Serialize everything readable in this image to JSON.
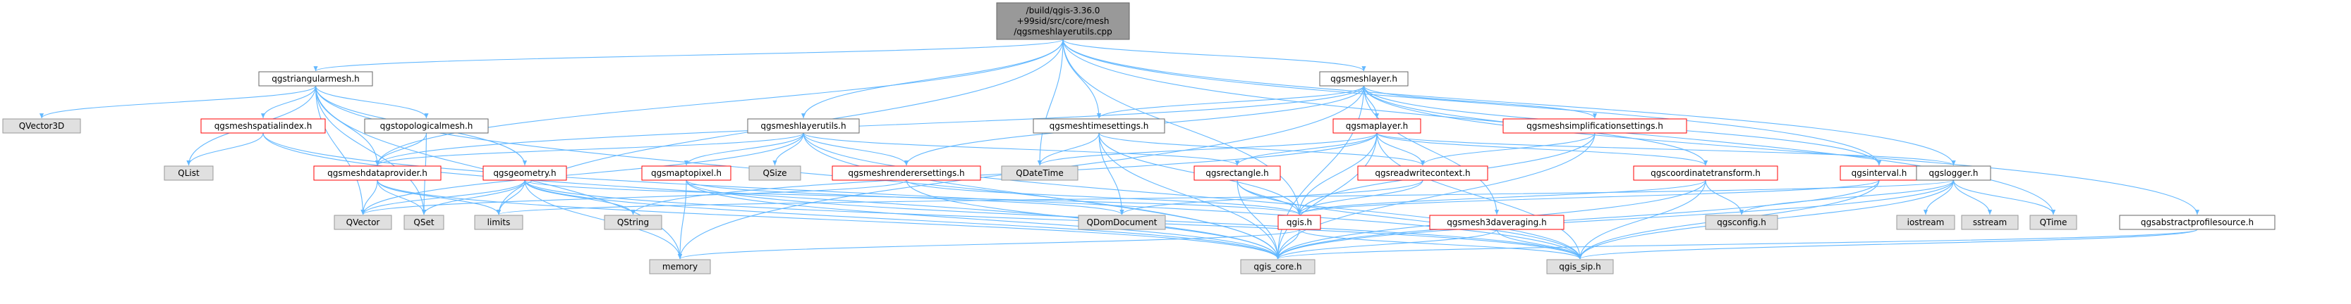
{
  "diagram": {
    "colors": {
      "edge": "#63b8ff",
      "normal_fill": "#ffffff",
      "normal_stroke": "#666666",
      "red_stroke": "#ff0000",
      "external_fill": "#e0e0e0",
      "external_stroke": "#999999",
      "root_fill": "#999999",
      "root_stroke": "#666666",
      "text": "#000000"
    },
    "nodes": [
      {
        "id": "root",
        "label": "/build/qgis-3.36.0\n+99sid/src/core/mesh\n/qgsmeshlayerutils.cpp",
        "style": "root"
      },
      {
        "id": "qgstriangularmesh",
        "label": "qgstriangularmesh.h",
        "style": "normal"
      },
      {
        "id": "qgsmeshlayer",
        "label": "qgsmeshlayer.h",
        "style": "normal"
      },
      {
        "id": "qgsmeshlayerutils",
        "label": "qgsmeshlayerutils.h",
        "style": "normal"
      },
      {
        "id": "qgsmeshtimesettings",
        "label": "qgsmeshtimesettings.h",
        "style": "normal"
      },
      {
        "id": "QVector3D",
        "label": "QVector3D",
        "style": "external"
      },
      {
        "id": "qgsmeshspatialindex",
        "label": "qgsmeshspatialindex.h",
        "style": "red"
      },
      {
        "id": "qgstopologicalmesh",
        "label": "qgstopologicalmesh.h",
        "style": "normal"
      },
      {
        "id": "qgsmaplayer",
        "label": "qgsmaplayer.h",
        "style": "red"
      },
      {
        "id": "qgsmeshsimplificationsettings",
        "label": "qgsmeshsimplificationsettings.h",
        "style": "red"
      },
      {
        "id": "QList",
        "label": "QList",
        "style": "external"
      },
      {
        "id": "qgsmeshdataprovider",
        "label": "qgsmeshdataprovider.h",
        "style": "red"
      },
      {
        "id": "qgsgeometry",
        "label": "qgsgeometry.h",
        "style": "red"
      },
      {
        "id": "qgsmaptopixel",
        "label": "qgsmaptopixel.h",
        "style": "red"
      },
      {
        "id": "QSize",
        "label": "QSize",
        "style": "external"
      },
      {
        "id": "qgsmeshrenderersettings",
        "label": "qgsmeshrenderersettings.h",
        "style": "red"
      },
      {
        "id": "QDateTime",
        "label": "QDateTime",
        "style": "external"
      },
      {
        "id": "qgsrectangle",
        "label": "qgsrectangle.h",
        "style": "red"
      },
      {
        "id": "qgsreadwritecontext",
        "label": "qgsreadwritecontext.h",
        "style": "red"
      },
      {
        "id": "qgscoordinatetransform",
        "label": "qgscoordinatetransform.h",
        "style": "red"
      },
      {
        "id": "qgsinterval",
        "label": "qgsinterval.h",
        "style": "red"
      },
      {
        "id": "qgslogger",
        "label": "qgslogger.h",
        "style": "normal"
      },
      {
        "id": "QVector",
        "label": "QVector",
        "style": "external"
      },
      {
        "id": "QSet",
        "label": "QSet",
        "style": "external"
      },
      {
        "id": "limits",
        "label": "limits",
        "style": "external"
      },
      {
        "id": "QString",
        "label": "QString",
        "style": "external"
      },
      {
        "id": "QDomDocument",
        "label": "QDomDocument",
        "style": "external"
      },
      {
        "id": "qgis",
        "label": "qgis.h",
        "style": "red"
      },
      {
        "id": "qgsmesh3daveraging",
        "label": "qgsmesh3daveraging.h",
        "style": "red"
      },
      {
        "id": "qgsconfig",
        "label": "qgsconfig.h",
        "style": "external"
      },
      {
        "id": "iostream",
        "label": "iostream",
        "style": "external"
      },
      {
        "id": "sstream",
        "label": "sstream",
        "style": "external"
      },
      {
        "id": "QTime",
        "label": "QTime",
        "style": "external"
      },
      {
        "id": "qgsabstractprofilesource",
        "label": "qgsabstractprofilesource.h",
        "style": "normal"
      },
      {
        "id": "memory",
        "label": "memory",
        "style": "external"
      },
      {
        "id": "qgis_core",
        "label": "qgis_core.h",
        "style": "external"
      },
      {
        "id": "qgis_sip",
        "label": "qgis_sip.h",
        "style": "external"
      }
    ],
    "edges": [
      [
        "root",
        "qgstriangularmesh"
      ],
      [
        "root",
        "qgsmeshlayer"
      ],
      [
        "root",
        "qgsmeshlayerutils"
      ],
      [
        "root",
        "qgsmeshtimesettings"
      ],
      [
        "root",
        "QDateTime"
      ],
      [
        "root",
        "qgsmeshdataprovider"
      ],
      [
        "root",
        "qgsinterval"
      ],
      [
        "root",
        "qgslogger"
      ],
      [
        "root",
        "limits"
      ],
      [
        "root",
        "QTime"
      ],
      [
        "root",
        "qgis"
      ],
      [
        "qgstriangularmesh",
        "QVector3D"
      ],
      [
        "qgstriangularmesh",
        "qgsmeshspatialindex"
      ],
      [
        "qgstriangularmesh",
        "qgstopologicalmesh"
      ],
      [
        "qgstriangularmesh",
        "QList"
      ],
      [
        "qgstriangularmesh",
        "qgsmeshdataprovider"
      ],
      [
        "qgstriangularmesh",
        "qgsgeometry"
      ],
      [
        "qgstriangularmesh",
        "QVector"
      ],
      [
        "qgstriangularmesh",
        "QSet"
      ],
      [
        "qgstriangularmesh",
        "qgis_core"
      ],
      [
        "qgstriangularmesh",
        "memory"
      ],
      [
        "qgsmeshspatialindex",
        "QList"
      ],
      [
        "qgsmeshspatialindex",
        "qgis_core"
      ],
      [
        "qgsmeshspatialindex",
        "qgis_sip"
      ],
      [
        "qgstopologicalmesh",
        "qgsmeshdataprovider"
      ],
      [
        "qgstopologicalmesh",
        "QSet"
      ],
      [
        "qgsmeshlayer",
        "qgsmaplayer"
      ],
      [
        "qgsmeshlayer",
        "qgsmeshsimplificationsettings"
      ],
      [
        "qgsmeshlayer",
        "qgsmeshtimesettings"
      ],
      [
        "qgsmeshlayer",
        "qgsmeshrenderersettings"
      ],
      [
        "qgsmeshlayer",
        "qgsmeshdataprovider"
      ],
      [
        "qgsmeshlayer",
        "qgscoordinatetransform"
      ],
      [
        "qgsmeshlayer",
        "qgsinterval"
      ],
      [
        "qgsmeshlayer",
        "qgsabstractprofilesource"
      ],
      [
        "qgsmeshlayer",
        "qgis_core"
      ],
      [
        "qgsmeshlayer",
        "memory"
      ],
      [
        "qgsmeshlayer",
        "qgsmesh3daveraging"
      ],
      [
        "qgsmeshlayerutils",
        "qgsmeshdataprovider"
      ],
      [
        "qgsmeshlayerutils",
        "qgsmaptopixel"
      ],
      [
        "qgsmeshlayerutils",
        "QSize"
      ],
      [
        "qgsmeshlayerutils",
        "qgsmeshrenderersettings"
      ],
      [
        "qgsmeshlayerutils",
        "qgsrectangle"
      ],
      [
        "qgsmeshlayerutils",
        "QVector"
      ],
      [
        "qgsmeshlayerutils",
        "qgis_core"
      ],
      [
        "qgsmeshlayerutils",
        "qgis_sip"
      ],
      [
        "qgsmeshtimesettings",
        "QDateTime"
      ],
      [
        "qgsmeshtimesettings",
        "qgsreadwritecontext"
      ],
      [
        "qgsmeshtimesettings",
        "QDomDocument"
      ],
      [
        "qgsmeshtimesettings",
        "qgis_core"
      ],
      [
        "qgsmeshtimesettings",
        "qgis"
      ],
      [
        "qgsmaplayer",
        "QDateTime"
      ],
      [
        "qgsmaplayer",
        "qgsrectangle"
      ],
      [
        "qgsmaplayer",
        "qgsreadwritecontext"
      ],
      [
        "qgsmaplayer",
        "qgscoordinatetransform"
      ],
      [
        "qgsmaplayer",
        "qgslogger"
      ],
      [
        "qgsmaplayer",
        "qgis"
      ],
      [
        "qgsmaplayer",
        "qgis_core"
      ],
      [
        "qgsmaplayer",
        "qgis_sip"
      ],
      [
        "qgsmaplayer",
        "QString"
      ],
      [
        "qgsmeshsimplificationsettings",
        "qgsreadwritecontext"
      ],
      [
        "qgsmeshsimplificationsettings",
        "qgis_core"
      ],
      [
        "qgsmeshsimplificationsettings",
        "qgis"
      ],
      [
        "qgsmeshdataprovider",
        "QVector"
      ],
      [
        "qgsmeshdataprovider",
        "qgis_core"
      ],
      [
        "qgsmeshdataprovider",
        "limits"
      ],
      [
        "qgsmeshdataprovider",
        "QSet"
      ],
      [
        "qgsgeometry",
        "QSet"
      ],
      [
        "qgsgeometry",
        "QVector"
      ],
      [
        "qgsgeometry",
        "limits"
      ],
      [
        "qgsgeometry",
        "QString"
      ],
      [
        "qgsgeometry",
        "qgis_core"
      ],
      [
        "qgsgeometry",
        "qgis_sip"
      ],
      [
        "qgsgeometry",
        "memory"
      ],
      [
        "qgsgeometry",
        "qgis"
      ],
      [
        "qgsmaptopixel",
        "qgis_core"
      ],
      [
        "qgsmaptopixel",
        "qgis_sip"
      ],
      [
        "qgsmaptopixel",
        "memory"
      ],
      [
        "qgsmaptopixel",
        "QDomDocument"
      ],
      [
        "qgsmeshrenderersettings",
        "qgis"
      ],
      [
        "qgsmeshrenderersettings",
        "qgis_core"
      ],
      [
        "qgsmeshrenderersettings",
        "QVector"
      ],
      [
        "qgsrectangle",
        "qgis"
      ],
      [
        "qgsrectangle",
        "qgis_core"
      ],
      [
        "qgsrectangle",
        "qgis_sip"
      ],
      [
        "qgsreadwritecontext",
        "qgis"
      ],
      [
        "qgsreadwritecontext",
        "QDomDocument"
      ],
      [
        "qgscoordinatetransform",
        "qgis"
      ],
      [
        "qgscoordinatetransform",
        "qgis_core"
      ],
      [
        "qgscoordinatetransform",
        "qgis_sip"
      ],
      [
        "qgscoordinatetransform",
        "qgsconfig"
      ],
      [
        "qgsinterval",
        "qgis"
      ],
      [
        "qgsinterval",
        "qgis_core"
      ],
      [
        "qgsinterval",
        "qgis_sip"
      ],
      [
        "qgslogger",
        "qgis_core"
      ],
      [
        "qgslogger",
        "qgsconfig"
      ],
      [
        "qgslogger",
        "iostream"
      ],
      [
        "qgslogger",
        "sstream"
      ],
      [
        "qgslogger",
        "QTime"
      ],
      [
        "qgslogger",
        "qgis_sip"
      ],
      [
        "qgslogger",
        "limits"
      ],
      [
        "qgis",
        "qgis_core"
      ],
      [
        "qgis",
        "qgis_sip"
      ],
      [
        "qgis",
        "memory"
      ],
      [
        "qgsmesh3daveraging",
        "qgis_core"
      ],
      [
        "qgsmesh3daveraging",
        "qgis_sip"
      ],
      [
        "qgsabstractprofilesource",
        "qgis_core"
      ],
      [
        "qgsabstractprofilesource",
        "qgis_sip"
      ]
    ]
  }
}
